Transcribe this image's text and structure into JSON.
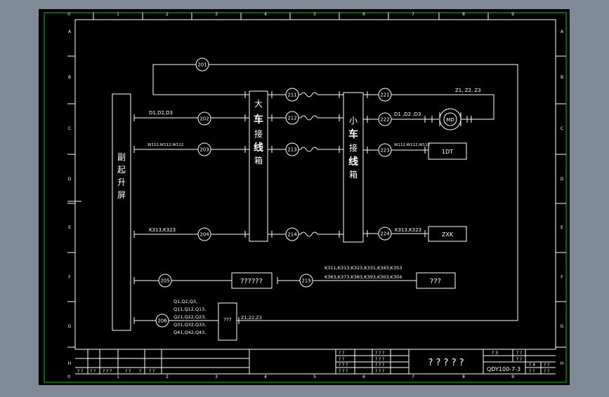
{
  "colors": {
    "background": "#000000",
    "outer": "#7e8a95",
    "frame": "#00c800",
    "line": "#ffffff"
  },
  "grid": {
    "cols": [
      "1",
      "2",
      "3",
      "4",
      "5",
      "6",
      "7",
      "8",
      "9"
    ],
    "rows": [
      "A",
      "B",
      "C",
      "D",
      "E",
      "F",
      "G",
      "H"
    ]
  },
  "boxes": {
    "left_vertical": [
      "副",
      "起",
      "升",
      "屏"
    ],
    "big_car": [
      "大",
      "车",
      "接",
      "线",
      "箱"
    ],
    "small_car": [
      "小",
      "车",
      "接",
      "线",
      "箱"
    ],
    "motor": "MD",
    "box_1dt": "1DT",
    "box_zxk": "ZXK",
    "box_q1": "??????",
    "box_q2": "???",
    "box_q3": "???"
  },
  "nodes": {
    "n201": "201",
    "n202": "202",
    "n203": "203",
    "n204": "204",
    "n205": "205",
    "n206": "206",
    "n211": "211",
    "n212": "212",
    "n213": "213",
    "n214": "214",
    "n215": "215",
    "n221": "221",
    "n222": "222",
    "n223": "223",
    "n224": "224"
  },
  "labels": {
    "d_left": "D1,D2,D3",
    "w_left": "W112,W112,W112",
    "k_left": "K313,K323",
    "z_top": "Z1, Z2, Z3",
    "d_right": "D1 ,D2 ,D3",
    "w_right": "W112,W112,W112",
    "k_right": "K313,K323",
    "k_long1": "K311,K313,K323,K331,K343,K353",
    "k_long2": "K363,K373,K383,K393,K303,K304",
    "q_lines": [
      "Q1,Q2,Q3,",
      "Q11,Q12,Q13,",
      "Q21,Q22,Q23,",
      "Q31,Q32,Q33,",
      "Q41,Q42,Q43,"
    ],
    "z_bottom": "Z1,Z2,Z3"
  },
  "title_block": {
    "title": "? ? ? ? ?",
    "drawing_no": "QDY100-7-3",
    "cells_left": [
      "? ?",
      "? ?",
      "? ? ?",
      "? ?",
      "?",
      "? ?"
    ],
    "cells_mid": [
      "? ?",
      "? ? ?",
      "? ?",
      "? ? ?",
      "? ? ?",
      "? ? ?",
      "? ? ?",
      "? ? ?"
    ],
    "cells_right": [
      "? 3",
      "? ?",
      "? 4",
      "? ?",
      "? ?",
      "? ?",
      "? ?"
    ]
  }
}
